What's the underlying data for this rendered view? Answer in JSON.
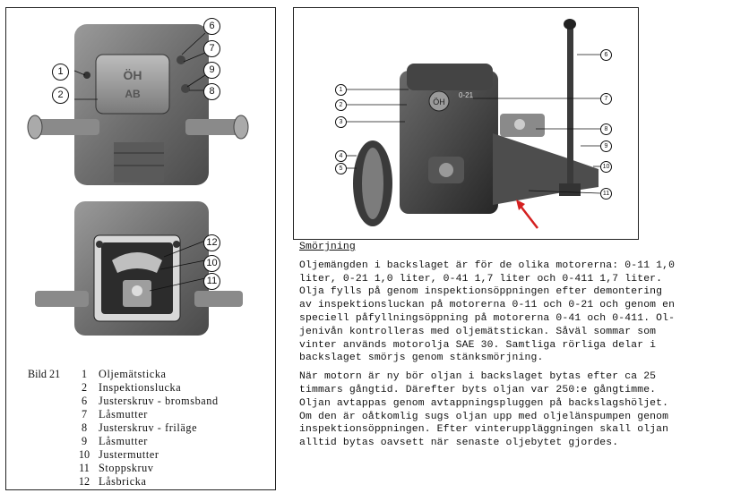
{
  "figure": {
    "caption": "Bild 21",
    "legend": [
      {
        "num": "1",
        "label": "Oljemätsticka"
      },
      {
        "num": "2",
        "label": "Inspektionslucka"
      },
      {
        "num": "6",
        "label": "Justerskruv - bromsband"
      },
      {
        "num": "7",
        "label": "Låsmutter"
      },
      {
        "num": "8",
        "label": "Justerskruv - friläge"
      },
      {
        "num": "9",
        "label": "Låsmutter"
      },
      {
        "num": "10",
        "label": "Justermutter"
      },
      {
        "num": "11",
        "label": "Stoppskruv"
      },
      {
        "num": "12",
        "label": "Låsbricka"
      }
    ],
    "top_callouts": [
      "1",
      "2",
      "6",
      "7",
      "9",
      "8"
    ],
    "bottom_callouts": [
      "12",
      "10",
      "11"
    ],
    "photo_callouts": [
      "1",
      "2",
      "3",
      "4",
      "5",
      "6",
      "7",
      "8",
      "9",
      "10",
      "11"
    ],
    "cover_marking": "0-21",
    "highlight_arrow_color": "#d42020"
  },
  "article": {
    "heading": "Smörjning",
    "paragraphs": [
      "Oljemängden i backslaget är för de olika motorerna: 0-11 1,0\nliter, 0-21 1,0 liter, 0-41 1,7 liter och 0-411 1,7 liter.\nOlja fylls på genom inspektionsöppningen efter demontering\nav inspektionsluckan på motorerna 0-11 och 0-21 och genom en\nspeciell påfyllningsöppning på motorerna 0-41 och 0-411. Ol-\njenivån kontrolleras med oljemätstickan. Såväl sommar som\nvinter används motorolja SAE 30. Samtliga rörliga delar i\nbackslaget smörjs genom stänksmörjning.",
      "När motorn är ny bör oljan i backslaget bytas efter ca 25\ntimmars gångtid. Därefter byts oljan var 250:e gångtimme.\nOljan avtappas genom avtappningspluggen på backslagshöljet.\nOm den är oåtkomlig sugs oljan upp med oljelänspumpen genom\ninspektionsöppningen. Efter vinteruppläggningen skall oljan\nalltid bytas oavsett när senaste oljebytet gjordes."
    ]
  }
}
